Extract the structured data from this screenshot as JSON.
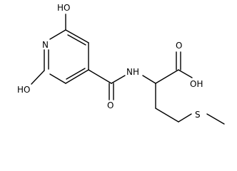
{
  "molecule": {
    "atoms": {
      "oh_top": "HO",
      "n_ring": "N",
      "oh_bottom": "HO",
      "o_amide": "O",
      "nh": "NH",
      "o_acid": "O",
      "oh_acid": "OH",
      "s": "S"
    }
  },
  "colors": {
    "bond": "#000000",
    "text": "#000000",
    "background": "#ffffff"
  }
}
